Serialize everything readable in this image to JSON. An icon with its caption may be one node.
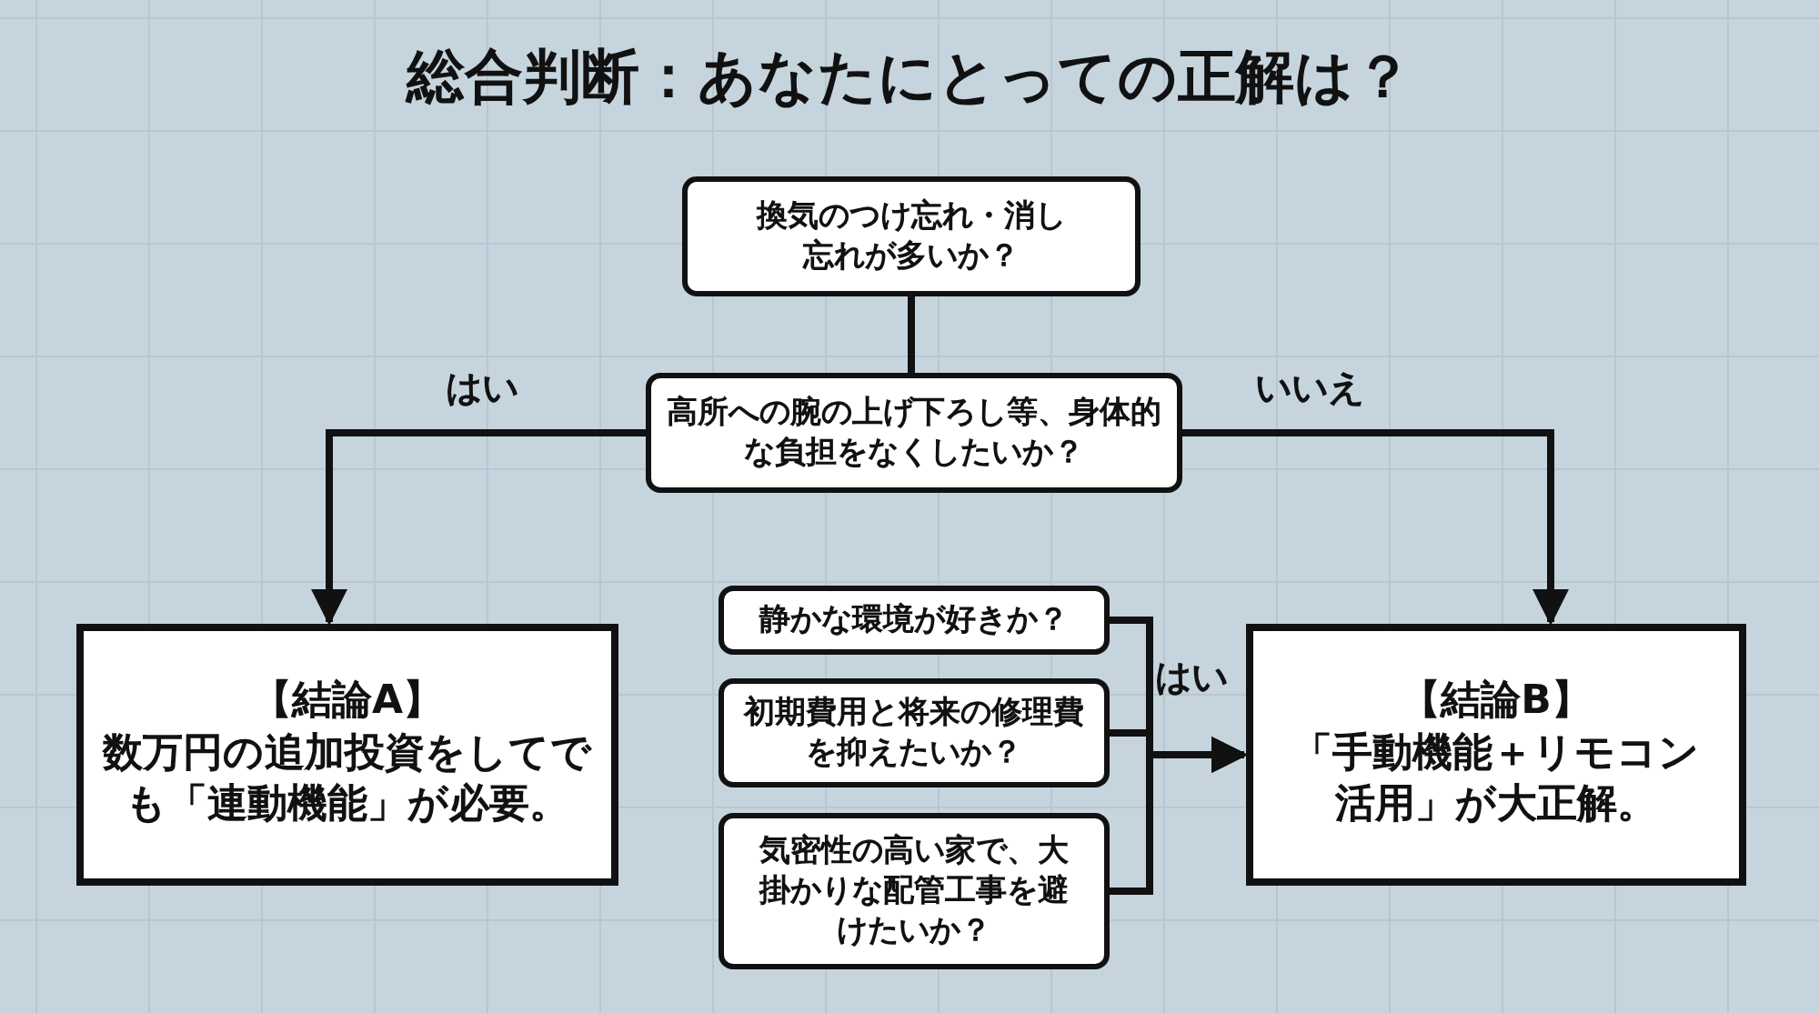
{
  "diagram": {
    "title": "総合判断：あなたにとっての正解は？",
    "nodes": [
      {
        "text": [
          "換気のつけ忘れ・消し忘れが多いか？"
        ]
      },
      {
        "text": [
          "高所への腕の上げ下ろし等、身体的な負担をなくしたいか？"
        ]
      },
      {
        "text": [
          "【結論A】",
          "数万円の追加投資をしてでも「連動機能」が必要。"
        ]
      },
      {
        "text": [
          "【結論B】",
          "「手動機能＋リモコン活用」が大正解。"
        ]
      },
      {
        "text": [
          "静かな環境が好きか？"
        ]
      },
      {
        "text": [
          "初期費用と将来の修理費を抑えたいか？"
        ]
      },
      {
        "text": [
          "気密性の高い家で、大掛かりな配管工事を避けたいか？"
        ]
      }
    ],
    "edges": [
      {
        "from": 0,
        "to": 1,
        "arrow": "none"
      },
      {
        "from": 1,
        "to": 2,
        "arrow": "to",
        "label": "はい"
      },
      {
        "from": 1,
        "to": 3,
        "arrow": "to",
        "label": "いいえ"
      },
      {
        "from": 4,
        "to": 3,
        "arrow": "to"
      },
      {
        "from": 5,
        "to": 3,
        "arrow": "to",
        "label": "はい"
      },
      {
        "from": 6,
        "to": 3,
        "arrow": "to"
      }
    ]
  }
}
